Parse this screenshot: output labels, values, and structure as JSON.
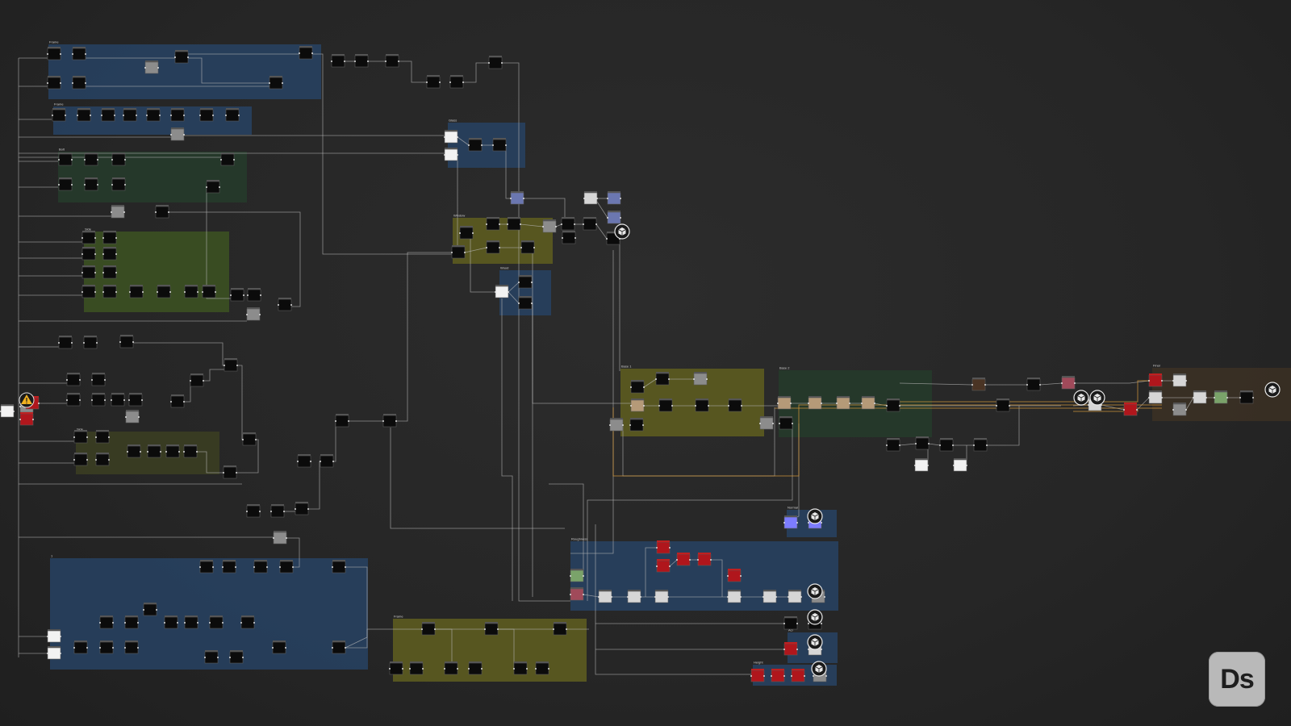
{
  "app": {
    "logo_text": "Ds",
    "accent": "#b9b9b9"
  },
  "frames": [
    {
      "title": "Frame",
      "color": "#27405e"
    },
    {
      "title": "Frame",
      "color": "#27405e"
    },
    {
      "title": "Bolt",
      "color": "#253a2a"
    },
    {
      "title": "Side",
      "color": "#3b4f22"
    },
    {
      "title": "Side",
      "color": "#3a3d22"
    },
    {
      "title": "1",
      "color": "#27405e"
    },
    {
      "title": "Frame",
      "color": "#5b5a20"
    },
    {
      "title": "Glass",
      "color": "#27405e"
    },
    {
      "title": "Window",
      "color": "#5b5a20"
    },
    {
      "title": "Wood",
      "color": "#27405e"
    },
    {
      "title": "Base 1",
      "color": "#5b5a20"
    },
    {
      "title": "Base 2",
      "color": "#253a2a"
    },
    {
      "title": "Final",
      "color": "#3a3024"
    },
    {
      "title": "Normal",
      "color": "#27405e"
    },
    {
      "title": "Roughness",
      "color": "#27405e"
    },
    {
      "title": "AO",
      "color": "#27405e"
    },
    {
      "title": "Height",
      "color": "#27405e"
    }
  ],
  "node_kinds": {
    "dark": "#0b0b0b",
    "red": "#b0161c",
    "gray": "#8c8c8c",
    "light": "#d6d6d6",
    "tan": "#b59a78",
    "brown": "#4a3424",
    "slate": "#6b77b0",
    "violet": "#7c7cff",
    "green": "#7aa36a",
    "rose": "#a04a5a",
    "white": "#f2f2f2"
  },
  "wire_colors": {
    "default": "#b8b8b8",
    "color": "#d79a3a"
  },
  "icons": {
    "warning": "warning-icon",
    "output": "cube-output-icon"
  }
}
